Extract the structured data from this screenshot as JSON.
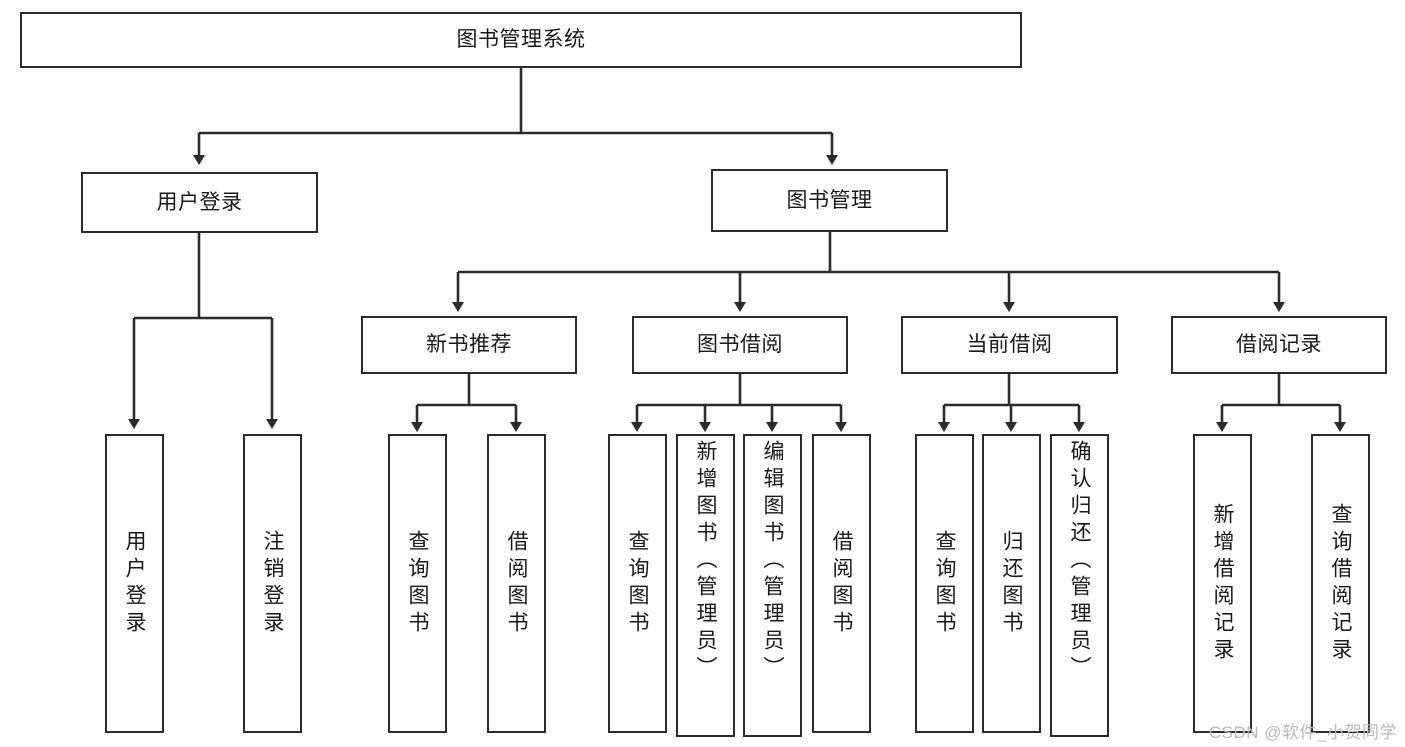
{
  "diagram": {
    "type": "tree",
    "title": "图书管理系统",
    "root": {
      "id": "root",
      "label": "图书管理系统"
    },
    "level2": [
      {
        "id": "user-login",
        "label": "用户登录"
      },
      {
        "id": "book-manage",
        "label": "图书管理"
      }
    ],
    "level3": [
      {
        "id": "new-book-recommend",
        "label": "新书推荐",
        "parent": "book-manage"
      },
      {
        "id": "book-borrow",
        "label": "图书借阅",
        "parent": "book-manage"
      },
      {
        "id": "current-borrow",
        "label": "当前借阅",
        "parent": "book-manage"
      },
      {
        "id": "borrow-record",
        "label": "借阅记录",
        "parent": "book-manage"
      }
    ],
    "leaves": [
      {
        "id": "leaf-user-login",
        "label": "用户登录",
        "parent": "user-login"
      },
      {
        "id": "leaf-logout-login",
        "label": "注销登录",
        "parent": "user-login"
      },
      {
        "id": "leaf-query-book-1",
        "label": "查询图书",
        "parent": "new-book-recommend"
      },
      {
        "id": "leaf-borrow-book-1",
        "label": "借阅图书",
        "parent": "new-book-recommend"
      },
      {
        "id": "leaf-query-book-2",
        "label": "查询图书",
        "parent": "book-borrow"
      },
      {
        "id": "leaf-add-book",
        "label": "新增图书（管理员）",
        "parent": "book-borrow"
      },
      {
        "id": "leaf-edit-book",
        "label": "编辑图书（管理员）",
        "parent": "book-borrow"
      },
      {
        "id": "leaf-borrow-book-2",
        "label": "借阅图书",
        "parent": "book-borrow"
      },
      {
        "id": "leaf-query-book-3",
        "label": "查询图书",
        "parent": "current-borrow"
      },
      {
        "id": "leaf-return-book",
        "label": "归还图书",
        "parent": "current-borrow"
      },
      {
        "id": "leaf-confirm-return",
        "label": "确认归还（管理员）",
        "parent": "current-borrow"
      },
      {
        "id": "leaf-add-record",
        "label": "新增借阅记录",
        "parent": "borrow-record"
      },
      {
        "id": "leaf-query-record",
        "label": "查询借阅记录",
        "parent": "borrow-record"
      }
    ],
    "colors": {
      "stroke": "#2b2b2b",
      "fill": "#ffffff",
      "text": "#1a1a1a",
      "watermark": "#b9b9b9"
    }
  },
  "watermark": {
    "text": "CSDN @软件_小贺同学"
  }
}
